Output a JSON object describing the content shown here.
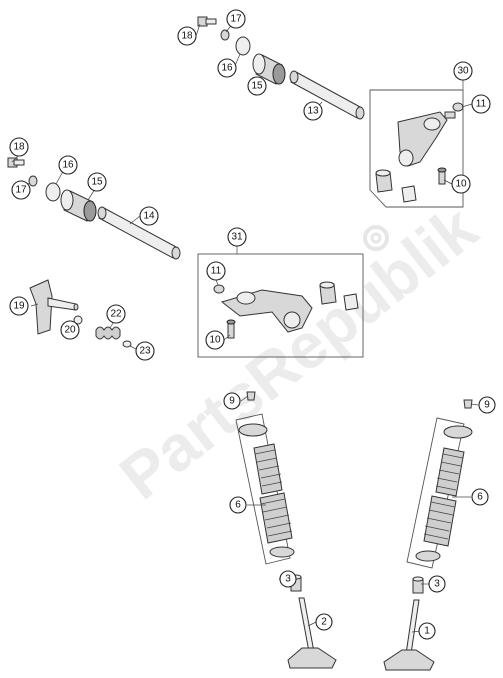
{
  "watermark": "PartsRepublik",
  "callouts": {
    "c1": "1",
    "c2": "2",
    "c3a": "3",
    "c3b": "3",
    "c6a": "6",
    "c6b": "6",
    "c9a": "9",
    "c9b": "9",
    "c10a": "10",
    "c10b": "10",
    "c11a": "11",
    "c11b": "11",
    "c13": "13",
    "c14": "14",
    "c15a": "15",
    "c15b": "15",
    "c16a": "16",
    "c16b": "16",
    "c17a": "17",
    "c17b": "17",
    "c18a": "18",
    "c18b": "18",
    "c19": "19",
    "c20": "20",
    "c22": "22",
    "c23": "23",
    "c30": "30",
    "c31": "31"
  },
  "colors": {
    "line": "#333333",
    "fill": "#d8d8d8",
    "watermark": "#ececec"
  }
}
